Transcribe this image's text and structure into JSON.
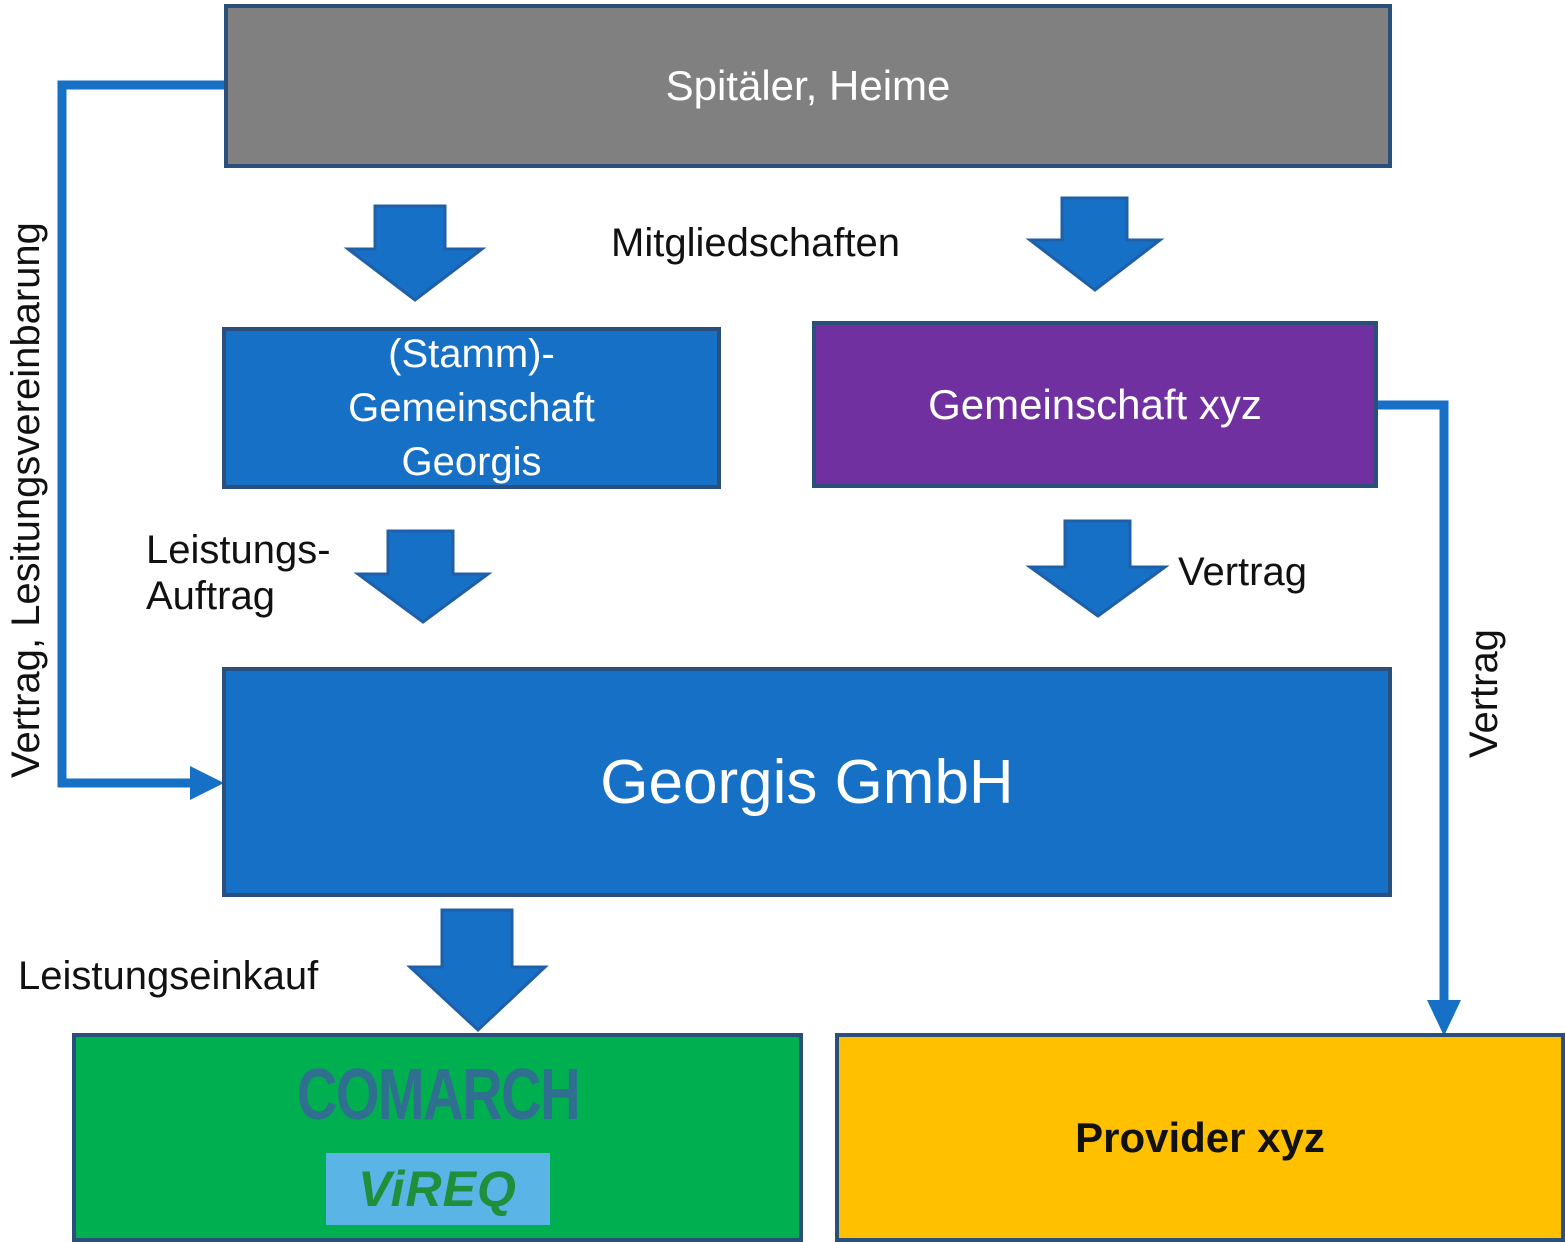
{
  "nodes": {
    "spitaeler": "Spitäler, Heime",
    "stamm_line1": "(Stamm)-",
    "stamm_line2": "Gemeinschaft",
    "stamm_line3": "Georgis",
    "gemeinschaft_xyz": "Gemeinschaft xyz",
    "georgis_gmbh": "Georgis GmbH",
    "provider_xyz": "Provider xyz",
    "comarch_logo": "COMARCH",
    "vireq_logo": "ViREQ"
  },
  "labels": {
    "mitgliedschaften": "Mitgliedschaften",
    "leistungs_line1": "Leistungs-",
    "leistungs_line2": "Auftrag",
    "vertrag_mid": "Vertrag",
    "leistungseinkauf": "Leistungseinkauf",
    "vertrag_left_vertical": "Vertrag, Lesitungsvereinbarung",
    "vertrag_right_vertical": "Vertrag"
  },
  "colors": {
    "gray_box": "#808080",
    "blue_box": "#1570c6",
    "purple_box": "#7030a0",
    "green_box": "#00b050",
    "yellow_box": "#ffc000",
    "arrow_blue": "#1570c6",
    "comarch_text": "#2f6f8f",
    "vireq_bg": "#5ab4e6",
    "vireq_text": "#1f8f3c"
  },
  "icons": {
    "down_arrow": "block-down-arrow-icon",
    "connector": "elbow-connector-arrow-icon"
  }
}
